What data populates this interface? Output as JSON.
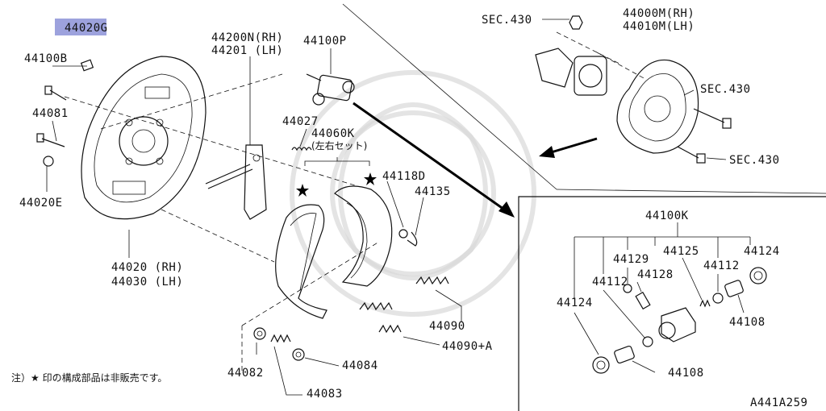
{
  "diagram": {
    "labels": {
      "p44020g": "44020G",
      "p44100b": "44100B",
      "p44081": "44081",
      "p44020e": "44020E",
      "p44020rh": "44020 (RH)",
      "p44030lh": "44030 (LH)",
      "p44200n": "44200N(RH)",
      "p44201": "44201  (LH)",
      "p44100p": "44100P",
      "p44027": "44027",
      "p44060k": "44060K",
      "p44060k_note": "(左右セット)",
      "p44118d": "44118D",
      "p44135": "44135",
      "p44090": "44090",
      "p44090a": "44090+A",
      "p44082": "44082",
      "p44084": "44084",
      "p44083": "44083",
      "sec430_top": "SEC.430",
      "p44000m": "44000M(RH)",
      "p44010m": "44010M(LH)",
      "sec430_right": "SEC.430",
      "sec430_bottom": "SEC.430",
      "p44100k": "44100K",
      "p44129": "44129",
      "p44125": "44125",
      "p44124_r": "44124",
      "p44112_r": "44112",
      "p44112_l": "44112",
      "p44128": "44128",
      "p44124_l": "44124",
      "p44108_r": "44108",
      "p44108_b": "44108",
      "note": "注）★ 印の構成部品は非販売です。",
      "code": "A441A259"
    },
    "colors": {
      "highlight": "#9da2dd",
      "ink": "#111111"
    }
  }
}
